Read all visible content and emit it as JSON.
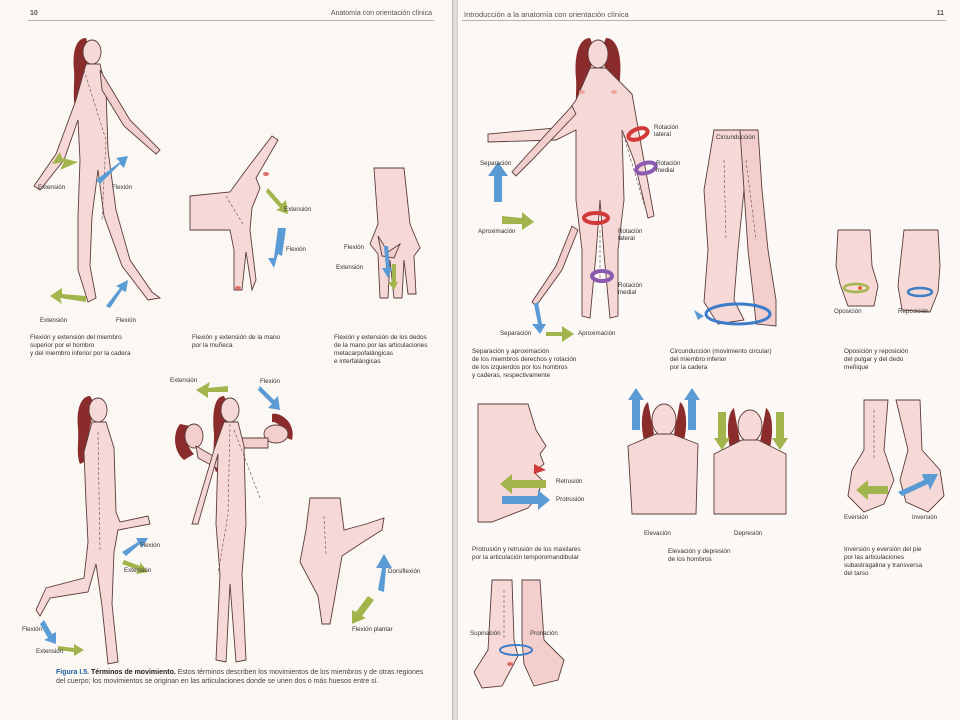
{
  "left_page": {
    "page_number": "10",
    "running_title": "Anatomía con orientación clínica",
    "figures": {
      "walk": {
        "labels": [
          "Extensión",
          "Flexión",
          "Extensión",
          "Flexión"
        ],
        "caption": [
          "Flexión y extensión del miembro",
          "superior por el hombro",
          "y del miembro inferior por la cadera"
        ]
      },
      "wrist": {
        "labels": [
          "Extensión",
          "Flexión"
        ],
        "caption": [
          "Flexión y extensión de la mano",
          "por la muñeca"
        ]
      },
      "fingers": {
        "labels": [
          "Flexión",
          "Extensión"
        ],
        "caption": [
          "Flexión y extensión de los dedos",
          "de la mano por las articulaciones",
          "metacarpofalángicas",
          "e interfalángicas"
        ]
      },
      "trunk": {
        "labels": [
          "Extensión",
          "Flexión"
        ]
      },
      "knee": {
        "labels": [
          "Flexión",
          "Extensión",
          "Flexión",
          "Extensión"
        ]
      },
      "ankle": {
        "labels": [
          "Dorsiflexión",
          "Flexión plantar"
        ]
      }
    },
    "figure_caption": {
      "label": "Figura I.5.",
      "title": "Términos de movimiento.",
      "text": "Estos términos describen los movimientos de los miembros y de otras regiones del cuerpo; los movimientos se originan en las articulaciones donde se unen dos o más huesos entre sí."
    }
  },
  "right_page": {
    "page_number": "11",
    "running_title": "Introducción a la anatomía con orientación clínica",
    "figures": {
      "abduction": {
        "labels": [
          "Separación",
          "Aproximación",
          "Separación",
          "Aproximación"
        ],
        "caption": [
          "Separación y aproximación",
          "de los miembros derechos y rotación",
          "de los izquierdos por los hombros",
          "y caderas, respectivamente"
        ]
      },
      "rotation": {
        "labels": [
          "Rotación",
          "lateral",
          "Rotación",
          "medial",
          "Rotación",
          "lateral",
          "Rotación",
          "medial"
        ]
      },
      "circumduction": {
        "labels": [
          "Circunducción"
        ],
        "caption": [
          "Circunducción (movimiento circular)",
          "del miembro inferior",
          "por la cadera"
        ]
      },
      "opposition": {
        "labels": [
          "Oposición",
          "Reposición"
        ],
        "caption": [
          "Oposición y reposición",
          "del pulgar y del dedo",
          "meñique"
        ]
      },
      "jaw": {
        "labels": [
          "Retrusión",
          "Protrusión"
        ],
        "caption": [
          "Protrusión y retrusión de los maxilares",
          "por la articulación temporomandibular"
        ]
      },
      "shoulders": {
        "labels": [
          "Elevación",
          "Depresión"
        ],
        "caption": [
          "Elevación y depresión",
          "de los hombros"
        ]
      },
      "foot": {
        "labels": [
          "Eversión",
          "Inversión"
        ],
        "caption": [
          "Inversión y eversión del pie",
          "por las articulaciones",
          "subastragalina y transversa",
          "del tarso"
        ]
      },
      "forearm": {
        "labels": [
          "Supinación",
          "Pronación"
        ]
      }
    }
  },
  "colors": {
    "arrow_blue": "#5b9bd5",
    "arrow_green": "#a2b54c",
    "ring_red": "#d23a3a",
    "ring_purple": "#8a5bb0",
    "skin": "#f6d9d6",
    "hair": "#8b2c2c",
    "figure_label": "#1f5c9e"
  }
}
